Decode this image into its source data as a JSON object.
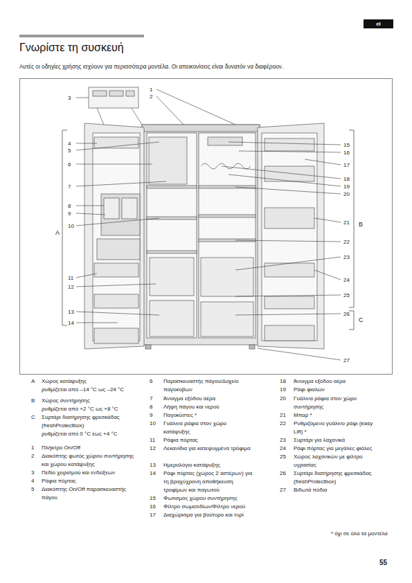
{
  "diagram": {
    "title": "Γνωρίστε τη συσκευή",
    "nodes": [
      {
        "text": [
          "el"
        ]
      }
    ],
    "labels": [
      "Αυτές οι οδηγίες χρήσης ισχύουν για περισσότερα μοντέλα. Οι απεικονίσεις είναι δυνατόν να διαφέρουν.",
      "1",
      "2",
      "3",
      "4",
      "5",
      "6",
      "7",
      "8",
      "9",
      "10",
      "11",
      "12",
      "13",
      "14",
      "15",
      "16",
      "17",
      "18",
      "19",
      "20",
      "21",
      "22",
      "23",
      "24",
      "25",
      "26",
      "27",
      "A",
      "B",
      "C",
      "A",
      "Χώρος κατάψυξης",
      "ρυθμίζεται από –14 °C ως –24 °C",
      "B",
      "Χώρος συντήρησης",
      "ρυθμίζεται από +2 °C ως +8 °C",
      "C",
      "Συρτάρι διατήρησης φρεσκάδας (freshProtectbox)",
      "ρυθμίζεται από 0 °C έως +4 °C",
      "1",
      "Πλήκτρο On/Off",
      "2",
      "Διακόπτης φωτός χώρου συντήρησης και χώρου κατάψυξης",
      "3",
      "Πεδίο χειρισμού και ενδείξεων",
      "4",
      "Ράφια πόρτας",
      "5",
      "Διακόπτης On/Off παρασκευαστής πάγου",
      "6",
      "Παρασκευαστής πάγου/Δοχείο παγοκύβων",
      "7",
      "Άνοιγμα εξόδου αέρα",
      "8",
      "Λήψη πάγου και νερού",
      "9",
      "Παγοκύστες *",
      "10",
      "Γυάλινα ράφια στον χώρο κατάψυξης",
      "11",
      "Ράφια πόρτας",
      "12",
      "Λεκανίδια για κατεψυγμένα τρόφιμα",
      "13",
      "Ημερολόγιο κατάψυξης",
      "14",
      "Ράφι πόρτας (χώρος 2 αστέρων) για τη βραχύχρονη αποθήκευση τροφίμων και παγωτού",
      "15",
      "Φωτισμός χώρου συντήρησης",
      "16",
      "Φίλτρο σωματιδίων/Φίλτρο νερού",
      "17",
      "Διαχώρισμα για βούτυρο και τυρί",
      "18",
      "Άνοιγμα εξόδου αέρα",
      "19",
      "Ράφι φιαλών",
      "20",
      "Γυάλινα ράφια στον χώρο συντήρησης",
      "21",
      "Μπαρ *",
      "22",
      "Ρυθμιζόμενο γυάλινο ράφι (easy Lift) *",
      "23",
      "Συρτάρι για λαχανικά",
      "24",
      "Ράφι πόρτας για μεγάλες φιάλες",
      "25",
      "Χώρος λαχανικών με φίλτρο υγρασίας",
      "26",
      "Συρτάρι διατήρησης φρεσκάδας (freshProtectbox)",
      "27",
      "Βιδωτά πόδια",
      "* όχι σε όλα τα μοντέλα",
      "55"
    ]
  }
}
